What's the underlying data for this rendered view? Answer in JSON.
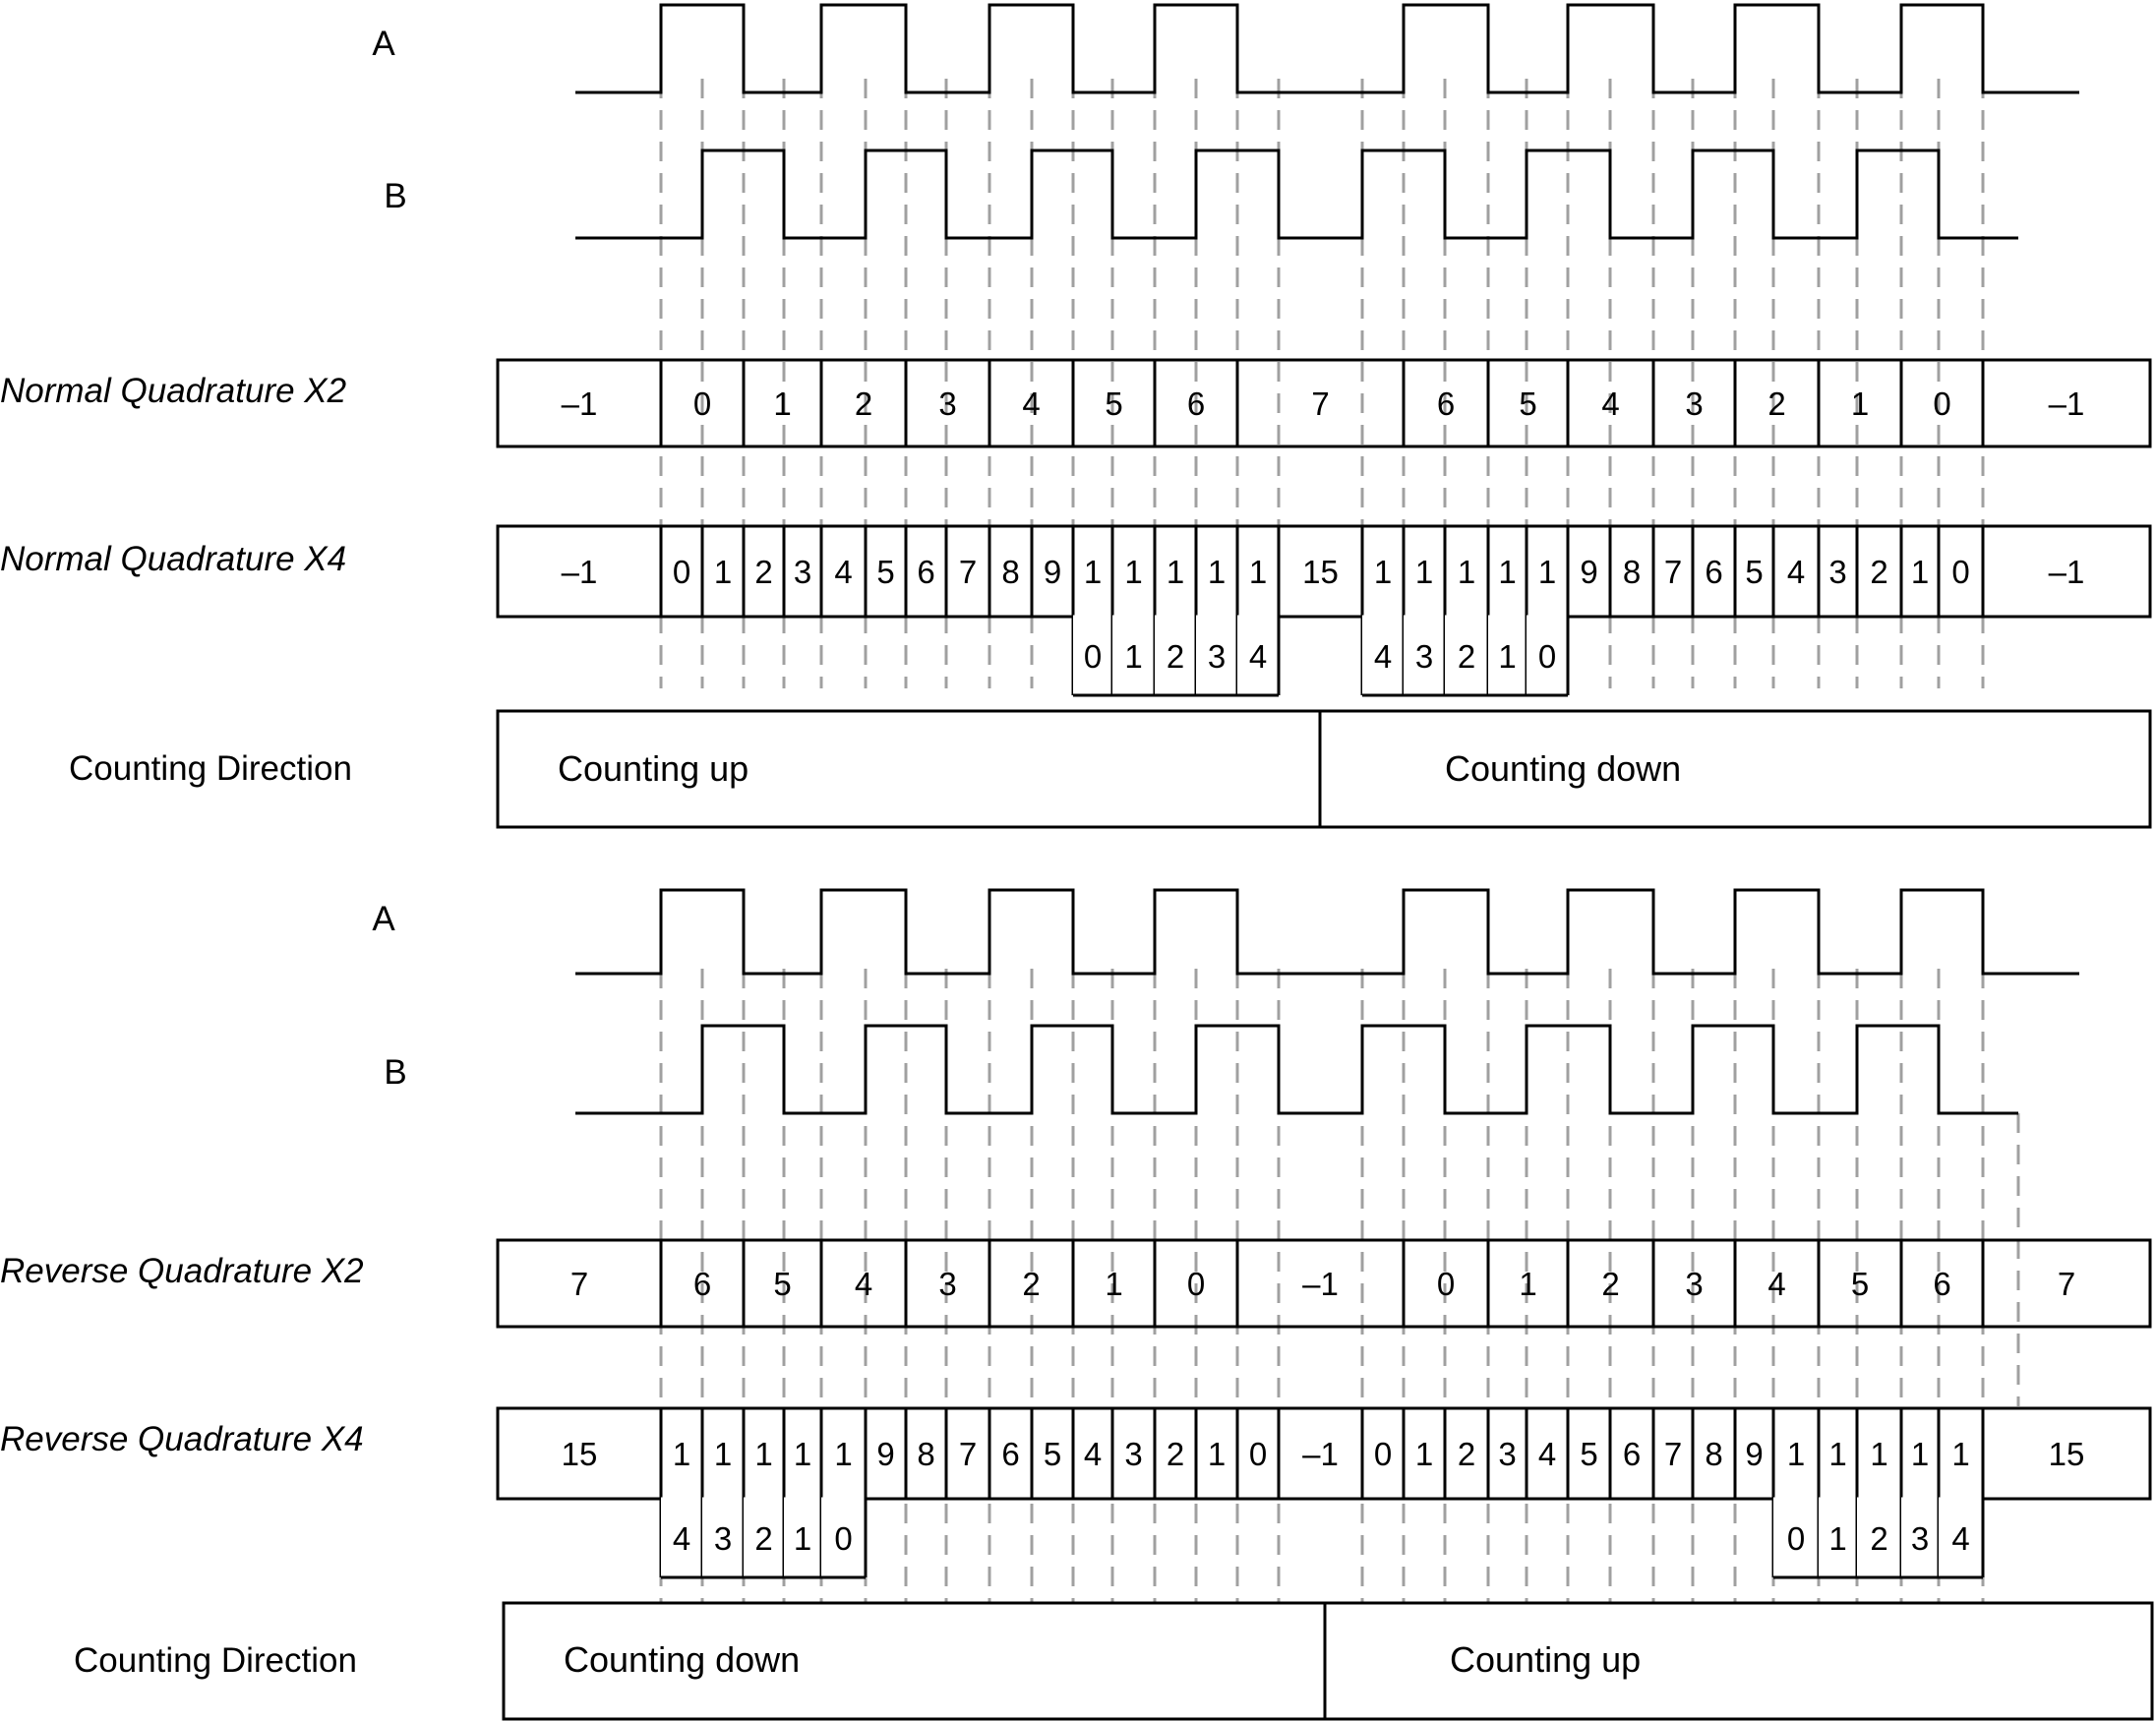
{
  "panels": [
    {
      "id": "normal",
      "signal_labels": {
        "a": "A",
        "b": "B"
      },
      "x2": {
        "label": "Normal Quadrature X2",
        "cells": [
          "–1",
          "0",
          "1",
          "2",
          "3",
          "4",
          "5",
          "6",
          "7",
          "6",
          "5",
          "4",
          "3",
          "2",
          "1",
          "0",
          "–1"
        ]
      },
      "x4": {
        "label": "Normal Quadrature X4",
        "cells": [
          [
            "–1"
          ],
          [
            "0"
          ],
          [
            "1"
          ],
          [
            "2"
          ],
          [
            "3"
          ],
          [
            "4"
          ],
          [
            "5"
          ],
          [
            "6"
          ],
          [
            "7"
          ],
          [
            "8"
          ],
          [
            "9"
          ],
          [
            "1",
            "0"
          ],
          [
            "1",
            "1"
          ],
          [
            "1",
            "2"
          ],
          [
            "1",
            "3"
          ],
          [
            "1",
            "4"
          ],
          [
            "15"
          ],
          [
            "1",
            "4"
          ],
          [
            "1",
            "3"
          ],
          [
            "1",
            "2"
          ],
          [
            "1",
            "1"
          ],
          [
            "1",
            "0"
          ],
          [
            "9"
          ],
          [
            "8"
          ],
          [
            "7"
          ],
          [
            "6"
          ],
          [
            "5"
          ],
          [
            "4"
          ],
          [
            "3"
          ],
          [
            "2"
          ],
          [
            "1"
          ],
          [
            "0"
          ],
          [
            "–1"
          ]
        ]
      },
      "direction": {
        "label": "Counting Direction",
        "first": "Counting up",
        "second": "Counting down"
      }
    },
    {
      "id": "reverse",
      "signal_labels": {
        "a": "A",
        "b": "B"
      },
      "x2": {
        "label": "Reverse Quadrature X2",
        "cells": [
          "7",
          "6",
          "5",
          "4",
          "3",
          "2",
          "1",
          "0",
          "–1",
          "0",
          "1",
          "2",
          "3",
          "4",
          "5",
          "6",
          "7"
        ]
      },
      "x4": {
        "label": "Reverse Quadrature X4",
        "cells": [
          [
            "15"
          ],
          [
            "1",
            "4"
          ],
          [
            "1",
            "3"
          ],
          [
            "1",
            "2"
          ],
          [
            "1",
            "1"
          ],
          [
            "1",
            "0"
          ],
          [
            "9"
          ],
          [
            "8"
          ],
          [
            "7"
          ],
          [
            "6"
          ],
          [
            "5"
          ],
          [
            "4"
          ],
          [
            "3"
          ],
          [
            "2"
          ],
          [
            "1"
          ],
          [
            "0"
          ],
          [
            "–1"
          ],
          [
            "0"
          ],
          [
            "1"
          ],
          [
            "2"
          ],
          [
            "3"
          ],
          [
            "4"
          ],
          [
            "5"
          ],
          [
            "6"
          ],
          [
            "7"
          ],
          [
            "8"
          ],
          [
            "9"
          ],
          [
            "1",
            "0"
          ],
          [
            "1",
            "1"
          ],
          [
            "1",
            "2"
          ],
          [
            "1",
            "3"
          ],
          [
            "1",
            "4"
          ],
          [
            "15"
          ]
        ]
      },
      "direction": {
        "label": "Counting Direction",
        "first": "Counting down",
        "second": "Counting up"
      }
    }
  ]
}
